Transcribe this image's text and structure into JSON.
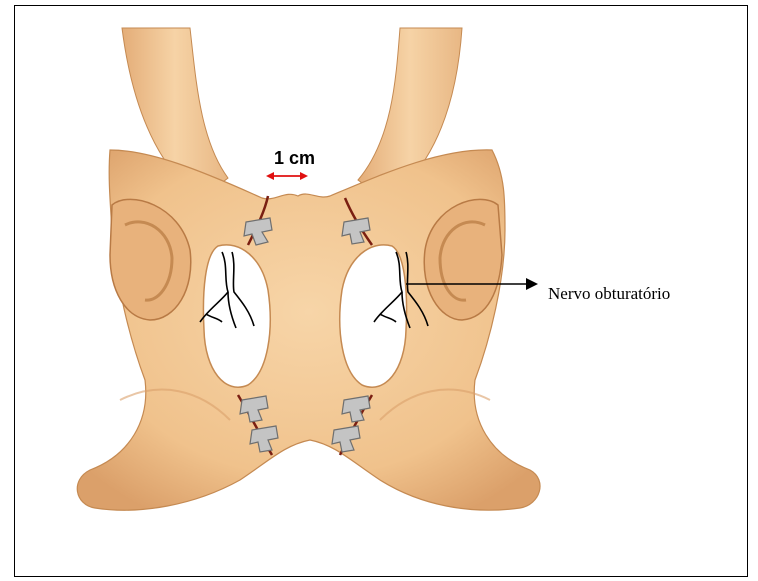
{
  "diagram": {
    "scale_label": "1 cm",
    "nerve_label": "Nervo obturatório"
  },
  "colors": {
    "bone": "#f2c795",
    "bone_shade": "#d9a06a",
    "bone_dark": "#b87a45",
    "suture_line": "#7a1f12",
    "scale_arrow": "#e01010",
    "nerve": "#000000",
    "implant": "#b8b8b8"
  },
  "icons": [
    "pelvis-bone-illustration",
    "wire-implant-icon",
    "obturator-nerve-icon",
    "scale-arrow-icon",
    "pointer-arrow-icon"
  ]
}
